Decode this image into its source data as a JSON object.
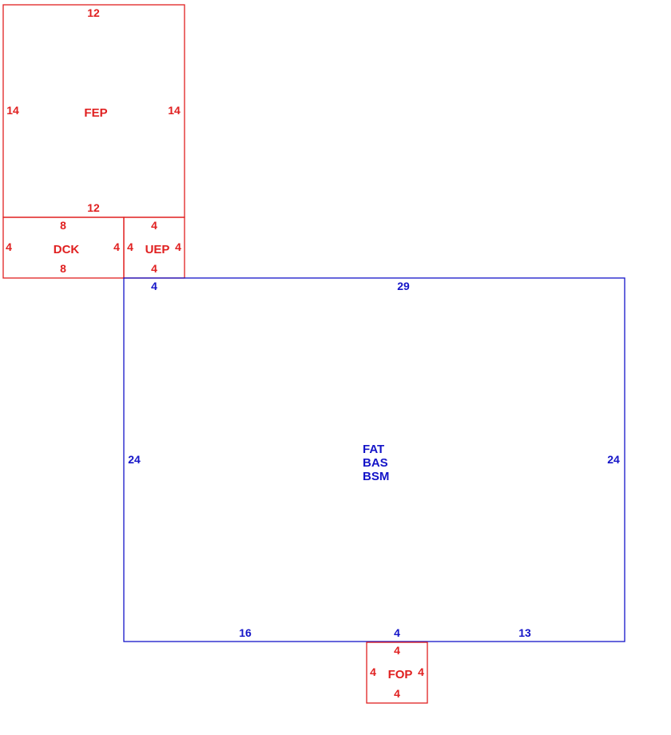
{
  "colors": {
    "addition": "#e02020",
    "main": "#1414c8"
  },
  "areas": {
    "fep": {
      "code": "FEP",
      "top": "12",
      "bottom": "12",
      "left": "14",
      "right": "14"
    },
    "dck": {
      "code": "DCK",
      "top": "8",
      "bottom": "8",
      "left": "4",
      "right": "4"
    },
    "uep": {
      "code": "UEP",
      "top": "4",
      "bottom": "4",
      "left": "4",
      "right": "4"
    },
    "main": {
      "codes": [
        "FAT",
        "BAS",
        "BSM"
      ],
      "top_left": "4",
      "top": "29",
      "left": "24",
      "right": "24",
      "bottom_left": "16",
      "bottom_mid": "4",
      "bottom_right": "13"
    },
    "fop": {
      "code": "FOP",
      "top": "4",
      "bottom": "4",
      "left": "4",
      "right": "4"
    }
  }
}
